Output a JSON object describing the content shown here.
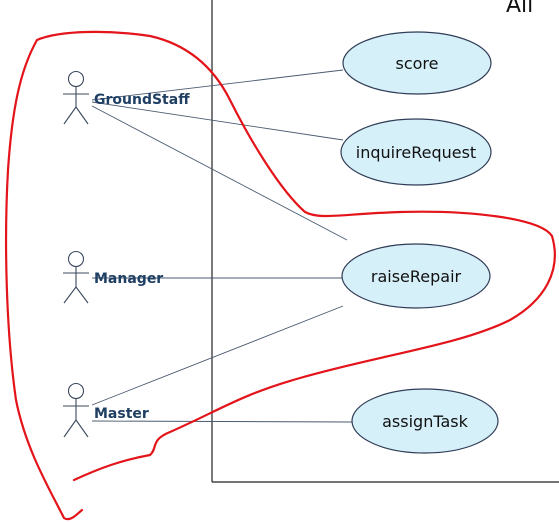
{
  "system": {
    "title": "All"
  },
  "actors": [
    {
      "id": "groundstaff",
      "label": "GroundStaff"
    },
    {
      "id": "manager",
      "label": "Manager"
    },
    {
      "id": "master",
      "label": "Master"
    }
  ],
  "use_cases": [
    {
      "id": "score",
      "label": "score"
    },
    {
      "id": "inquireRequest",
      "label": "inquireRequest"
    },
    {
      "id": "raiseRepair",
      "label": "raiseRepair"
    },
    {
      "id": "assignTask",
      "label": "assignTask"
    }
  ],
  "associations": [
    {
      "from": "GroundStaff",
      "to": "score"
    },
    {
      "from": "GroundStaff",
      "to": "inquireRequest"
    },
    {
      "from": "GroundStaff",
      "to": "raiseRepair"
    },
    {
      "from": "Manager",
      "to": "raiseRepair"
    },
    {
      "from": "Master",
      "to": "raiseRepair"
    },
    {
      "from": "Master",
      "to": "assignTask"
    }
  ],
  "colors": {
    "use_case_fill": "#d6f0fa",
    "actor_label": "#1f3f63",
    "annotation_stroke": "#e3141a"
  }
}
